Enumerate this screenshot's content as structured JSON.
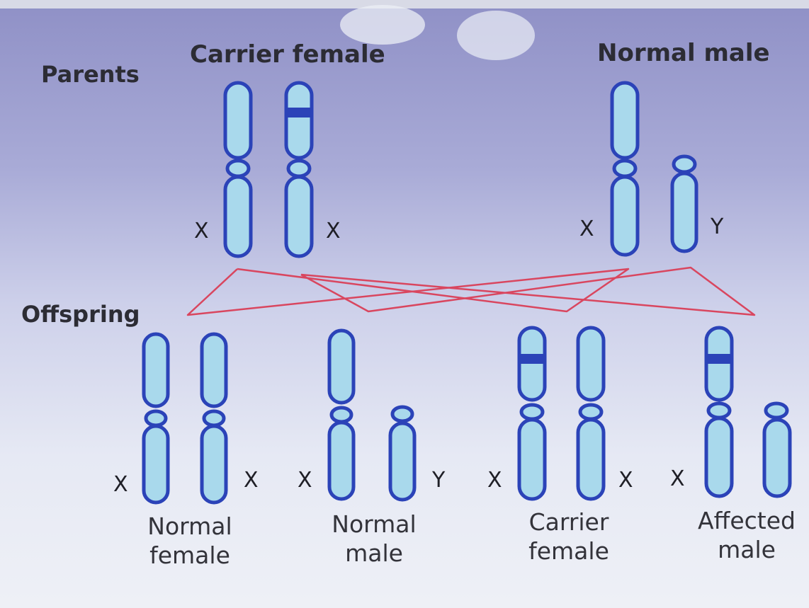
{
  "sections": {
    "parents": "Parents",
    "offspring": "Offspring"
  },
  "parents": {
    "mother": {
      "label": "Carrier female",
      "chromosomes": [
        {
          "id": "p-f-1",
          "letter": "X",
          "side": "left",
          "banded": false
        },
        {
          "id": "p-f-2",
          "letter": "X",
          "side": "right",
          "banded": true
        }
      ]
    },
    "father": {
      "label": "Normal male",
      "chromosomes": [
        {
          "id": "p-m-1",
          "letter": "X",
          "side": "left",
          "banded": false
        },
        {
          "id": "p-m-2",
          "letter": "Y",
          "side": "right",
          "banded": false
        }
      ]
    }
  },
  "offspring": [
    {
      "line1": "Normal",
      "line2": "female",
      "letters": [
        "X",
        "X"
      ]
    },
    {
      "line1": "Normal",
      "line2": "male",
      "letters": [
        "X",
        "Y"
      ]
    },
    {
      "line1": "Carrier",
      "line2": "female",
      "letters": [
        "X",
        "X"
      ]
    },
    {
      "line1": "Affected",
      "line2": "male",
      "letters": [
        "X"
      ]
    }
  ],
  "colors": {
    "chromosome_fill": "#a9d9ec",
    "chromosome_outline": "#2b43b8",
    "cross_lines": "#d9465f"
  }
}
